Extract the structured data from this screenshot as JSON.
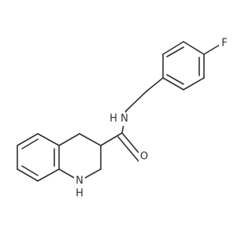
{
  "molecule": {
    "atom_labels": {
      "fluorine": "F",
      "amide_nitrogen": "N",
      "amide_hydrogen": "H",
      "carbonyl_oxygen": "O",
      "ring_nitrogen": "N",
      "ring_hydrogen": "H"
    }
  }
}
